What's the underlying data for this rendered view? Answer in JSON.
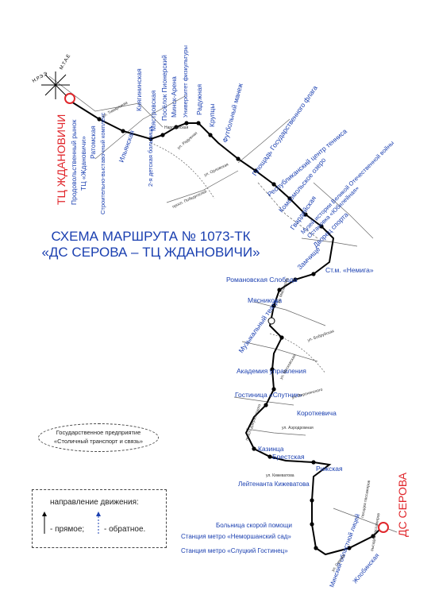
{
  "title": {
    "line1": "СХЕМА МАРШРУТА № 1073-ТК",
    "line2": "«ДС СЕРОВА – ТЦ ЖДАНОВИЧИ»"
  },
  "terminals": {
    "start": "ТЦ ЖДАНОВИЧИ",
    "end": "ДС СЕРОВА"
  },
  "organization": {
    "line1": "Государственное предприятие",
    "line2": "«Столичный транспорт и связь»"
  },
  "legend": {
    "heading": "направление движения:",
    "forward": "- прямое;",
    "reverse": "- обратное."
  },
  "compass": {
    "left": "Н.Р.Э.Э",
    "right": "М.Т.А.Е"
  },
  "stops": [
    "Продовольственный рынок",
    "ТЦ «Ждановичи»",
    "Ратомская",
    "Строительно-выставочный комплекс",
    "Ильянская",
    "Княгининская",
    "Мястровская",
    "2-я детская больница",
    "Посёлок Пионерский",
    "Минск-Арена",
    "Университет физкультуры",
    "Радужная",
    "Крупцы",
    "Футбольный манеж",
    "Площадь Государственного флага",
    "Республиканский центр тенниса",
    "Комсомольское озеро",
    "Гвардейская",
    "Музей истории Великой Отечественной войны",
    "Остановка «Юбилейная»",
    "Дворец спорта",
    "Замчище",
    "Ст.м. «Немига»",
    "Романовская Слобода",
    "Мясникова",
    "Музыкальный театр",
    "Академия управления",
    "Гостиница «Спутник»",
    "Короткевича",
    "Казинца",
    "Брестская",
    "Рижская",
    "Лейтенанта Кижеватова",
    "Больница скорой помощи",
    "Станция метро «Неморшанский сад»",
    "Станция метро «Слуцкий Гостинец»",
    "Минский областной лицей",
    "Жлобинская"
  ],
  "streets": [
    "ул. Тимирязева",
    "Нарочанская",
    "ул. Радужная",
    "просп. Победителей",
    "ул. Орловская",
    "ул. Мясникова",
    "ул. Московская",
    "просп. Дзержинского",
    "ул. Бобруйская",
    "ул. Воронянского",
    "ул. Аэродромная",
    "ул. Кижеватова",
    "ул. Серова",
    "посадка пассажиров",
    "высадка пассажиров"
  ],
  "colors": {
    "route": "#000000",
    "label": "#1a3fb0",
    "terminal": "#e0262b",
    "street": "#333333"
  }
}
